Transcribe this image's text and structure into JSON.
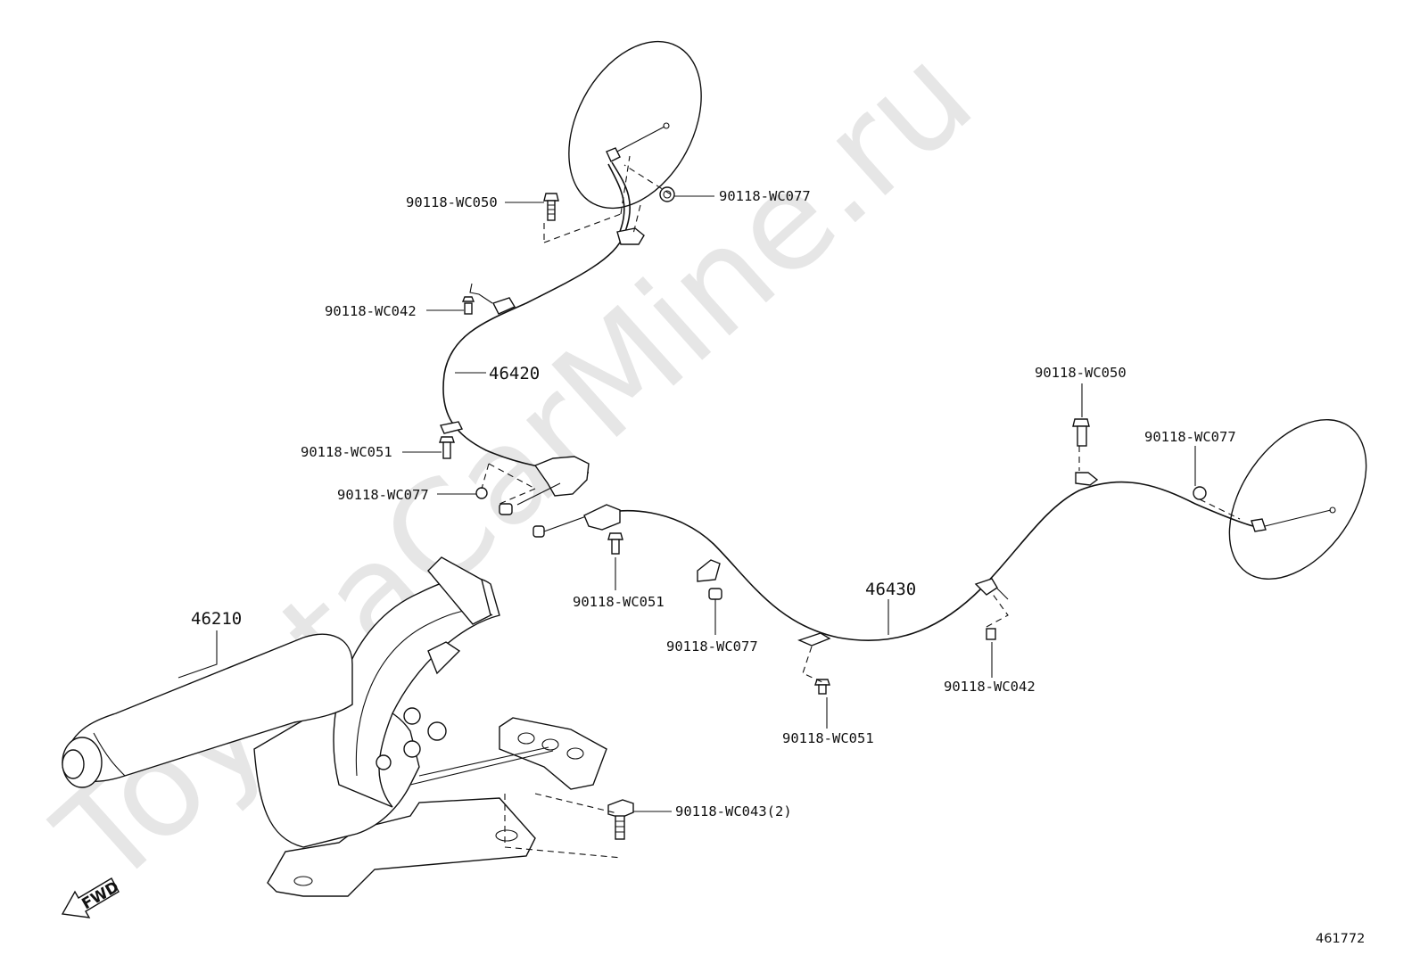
{
  "watermark": "ToyotaCarMine.ru",
  "drawing_number": "461772",
  "direction_label": "FWD",
  "callouts": {
    "c46420": "46420",
    "c46430": "46430",
    "c46210": "46210",
    "tl_wc050": "90118-WC050",
    "tl_wc077": "90118-WC077",
    "tl_wc042": "90118-WC042",
    "tl_wc051": "90118-WC051",
    "tl_wc077b": "90118-WC077",
    "mid_wc051": "90118-WC051",
    "mid_wc077": "90118-WC077",
    "r_wc050": "90118-WC050",
    "r_wc077": "90118-WC077",
    "r_wc042": "90118-WC042",
    "r_wc051": "90118-WC051",
    "lever_wc043": "90118-WC043(2)"
  },
  "icons": {
    "fwd_arrow": "fwd-arrow-icon"
  }
}
